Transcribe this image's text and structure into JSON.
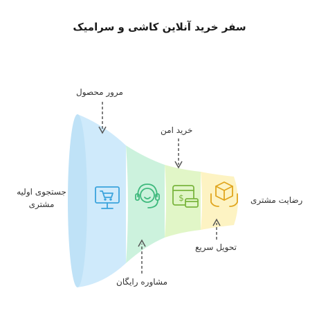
{
  "title": "سفر خرید آنلاین کاشی و سرامیک",
  "stages": [
    {
      "label_line1": "جستجوی اولیه",
      "label_line2": "مشتری",
      "icon": "monitor-cart-icon",
      "color": "#cde9fb",
      "stroke": "#3aa3dc"
    },
    {
      "label": "مشاوره رایگان",
      "icon": "headset-support-icon",
      "color": "#c9f1dd",
      "stroke": "#3fb97d"
    },
    {
      "label": "مرور محصول",
      "icon": "browser-payment-icon",
      "color": "#e2f6c6",
      "stroke": "#7ab53e"
    },
    {
      "label": "خرید امن",
      "icon": "card-secure-icon",
      "color": "#eef8c8",
      "stroke": "#9ab63a"
    },
    {
      "label": "تحویل سریع",
      "icon": "box-hands-icon",
      "color": "#fdf2c0",
      "stroke": "#e0a51d"
    },
    {
      "label": "رضایت مشتری",
      "icon": "satisfaction-icon",
      "color": "#fff5cf",
      "stroke": "#e0a51d"
    }
  ],
  "labels": {
    "initial_search_1": "جستجوی اولیه",
    "initial_search_2": "مشتری",
    "product_review": "مرور محصول",
    "secure_purchase": "خرید امن",
    "free_consult": "مشاوره رایگان",
    "fast_delivery": "تحویل سریع",
    "satisfaction": "رضایت مشتری"
  }
}
